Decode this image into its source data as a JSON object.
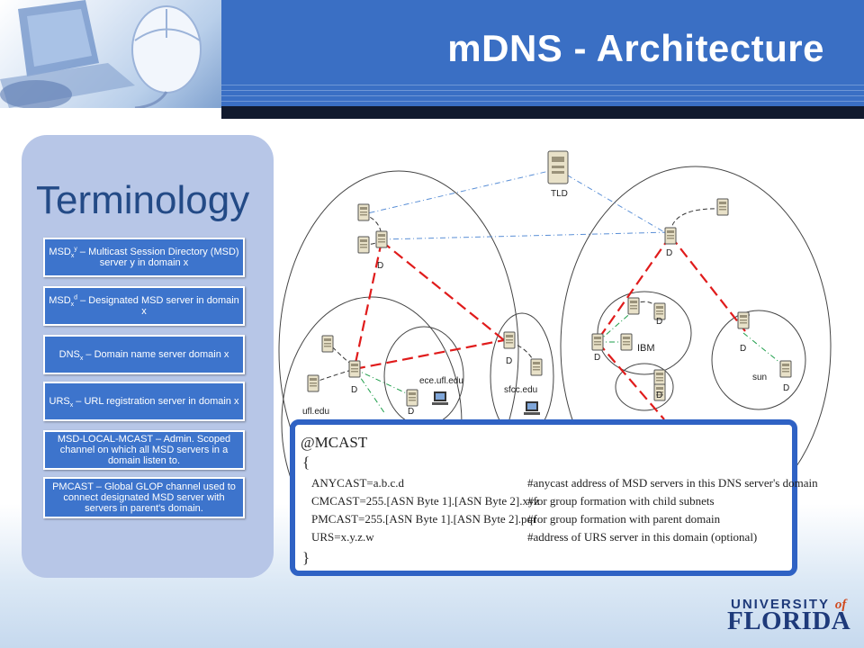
{
  "header": {
    "title": "mDNS - Architecture"
  },
  "terminology": {
    "title": "Terminology",
    "items": [
      {
        "base": "MSD",
        "sub": "x",
        "sup": "y",
        "text": " – Multicast Session Directory (MSD) server y in domain x"
      },
      {
        "base": "MSD",
        "sub": "x",
        "sup": "d",
        "text": " – Designated MSD server in domain x"
      },
      {
        "base": "DNS",
        "sub": "x",
        "sup": "",
        "text": " – Domain name server domain x"
      },
      {
        "base": "URS",
        "sub": "x",
        "sup": "",
        "text": " – URL registration server in domain x"
      },
      {
        "base": "",
        "sub": "",
        "sup": "",
        "text": "MSD-LOCAL-MCAST – Admin. Scoped channel on which all MSD servers in a domain listen to."
      },
      {
        "base": "",
        "sub": "",
        "sup": "",
        "text": "PMCAST – Global GLOP channel used to connect designated MSD server with servers in parent's domain."
      }
    ]
  },
  "diagram": {
    "labels": {
      "tld": "TLD",
      "ece": "ece.ufl.edu",
      "sfcc": "sfcc.edu",
      "ufl": "ufl.edu",
      "ibm": "IBM",
      "sun": "sun",
      "d": "D"
    },
    "colors": {
      "red_link": "#e01b1b",
      "green_link": "#1e9e4a",
      "blue_link": "#5a8fd6",
      "black_link": "#333333"
    }
  },
  "code": {
    "header": "@MCAST",
    "open_brace": "{",
    "close_brace": "}",
    "lines": [
      {
        "key": "ANYCAST=a.b.c.d",
        "comment": "#anycast address of MSD servers in this DNS server's domain"
      },
      {
        "key": "CMCAST=255.[ASN Byte 1].[ASN Byte 2].xyz",
        "comment": "#for group formation with child subnets"
      },
      {
        "key": "PMCAST=255.[ASN Byte 1].[ASN Byte 2].pqr",
        "comment": "#for group formation with parent domain"
      },
      {
        "key": "URS=x.y.z.w",
        "comment": "#address of URS server in this domain (optional)"
      }
    ]
  },
  "logo": {
    "university": "UNIVERSITY",
    "of": "of",
    "florida": "FLORIDA"
  }
}
